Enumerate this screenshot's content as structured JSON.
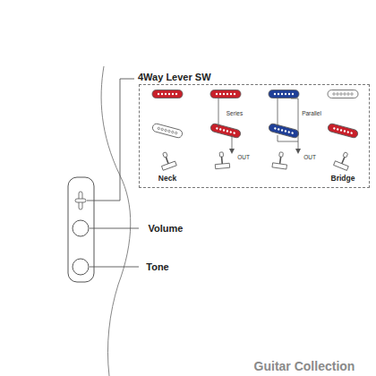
{
  "diagram": {
    "nodes": [
      {
        "text": [
          "4Way Lever SW"
        ]
      }
    ],
    "labels": [
      "Series",
      "OUT",
      "Parallel",
      "OUT",
      "Neck",
      "Bridge",
      "Volume",
      "Tone",
      "Guitar Collection"
    ]
  }
}
